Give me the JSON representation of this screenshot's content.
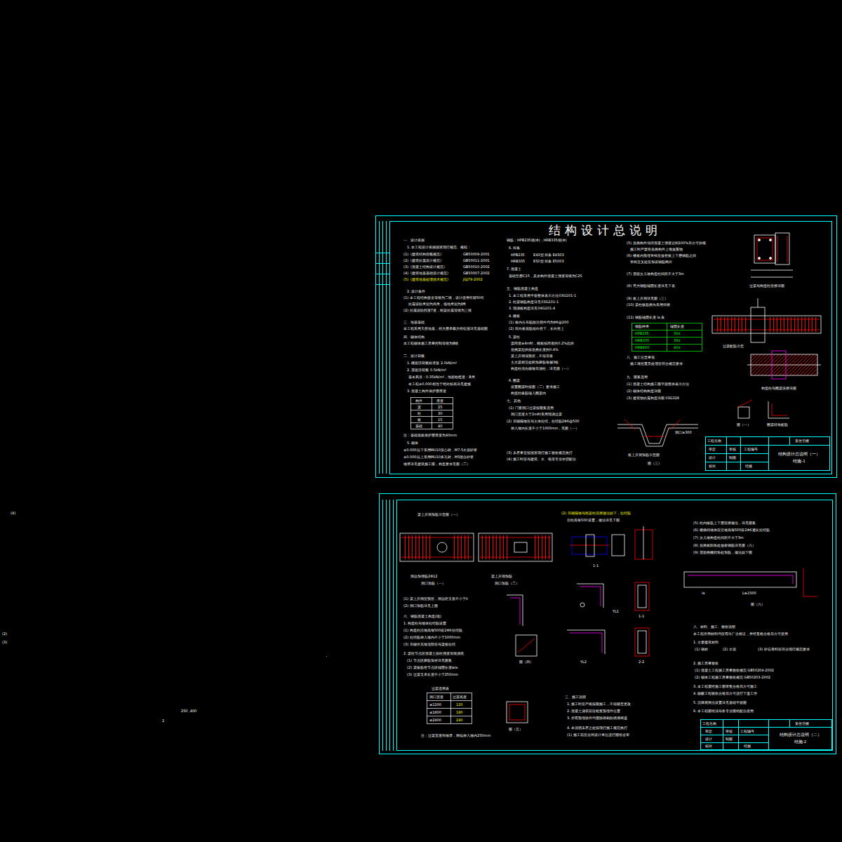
{
  "diagram": {
    "title": "结构设计总说明",
    "nodes": [
      {
        "text": [
          "结构设计总说明（一）",
          "结施-1"
        ]
      },
      {
        "text": [
          "结构设计总说明（二）",
          "结施-2"
        ]
      }
    ],
    "labels": [
      "一、设计依据",
      "1. 本工程设计依据国家现行规范、规程：",
      "(1)《建筑结构荷载规范》",
      "GB50009-2001",
      "(2)《建筑抗震设计规范》",
      "GB50011-2001",
      "(3)《混凝土结构设计规范》",
      "GB50010-2002",
      "(4)《建筑地基基础设计规范》",
      "GB50007-2002",
      "(5)《建筑地基处理技术规范》",
      "JGJ79-2002",
      "2. 设计条件",
      "(1) 本工程结构安全等级为二级，设计使用年限50年",
      "抗震设防类别为丙类，场地类别为Ⅱ类",
      "(2) 抗震设防烈度7度，框架抗震等级为三级",
      "三、地基基础",
      "本工程采用天然地基，持力层承载力特征值详见基础图",
      "四、砌体结构",
      "本工程砌体施工质量控制等级为B级",
      "二、设计荷载",
      "1. 楼面活荷载标准值 2.0kN/m²",
      "2. 屋面活荷载 0.5kN/m²",
      "基本风压：0.35kN/m²，地面粗糙度：B类",
      "本工程±0.000相当于绝对标高详见建施",
      "3. 混凝土构件保护层厚度",
      "构件",
      "厚度",
      "梁",
      "25",
      "柱",
      "30",
      "板",
      "15",
      "基础",
      "40",
      "注：基础底板保护层厚度为40mm",
      "5. 砌体",
      "±0.000以下采用MU10实心砖，M7.5水泥砂浆",
      "±0.000以上采用MU10多孔砖，M5混合砂浆",
      "墙厚详见建筑施工图，构造要求见图（二）",
      "钢筋：HPB235级(Φ)，HRB335级(Φ)",
      "6. 焊条",
      "HPB235",
      "E43型 焊条 E4303",
      "HRB335",
      "E50型 焊条 E5003",
      "7. 混凝土",
      "基础垫层C15，其余构件混凝土强度等级为C25",
      "五、钢筋混凝土构造",
      "1. 本工程采用平面整体表示方法03G101-1",
      "2. 柱梁钢筋构造详见03G101-1",
      "3. 现浇板构造详见04G101-4",
      "4. 楼板",
      "(1) 板内分布筋除注明外均为Φ6@200",
      "(2) 双向板底筋短向在下，长向在上",
      "5. 梁柱",
      "梁跨度≥4m时，模板按跨度的0.2%起拱",
      "悬挑梁起拱按悬挑长度的0.4%",
      "梁上开洞须预留，不得后凿",
      "主次梁相交处附加箍筋每侧3根",
      "构造柱须先砌墙后浇柱，详见图（一）",
      "6. 圈梁",
      "设置圈梁时按图（二）要求施工",
      "构造柱纵筋锚入圈梁内",
      "七、其他",
      "(1) 门窗洞口过梁按图集选用",
      "洞口宽度大于2m时采用现浇过梁",
      "(2) 后砌隔墙应与主体拉结，拉结筋2Φ6@500",
      "伸入墙内长度不小于1000mm，见图（一）",
      "(3) 未尽事宜按国家现行施工验收规范执行",
      "(4) 施工时应与建筑、水、电等专业密切配合",
      "(5) 悬挑构件须待混凝土强度达到100%后方可拆模",
      "施工时严禁在悬挑构件上堆放重物",
      "(6) 楼板内预埋管线应放在板上下层钢筋之间",
      "管线交叉处应加设钢筋网片",
      "(7) 屋面女儿墙构造柱间距不大于3m",
      "(8) 受力钢筋锚固长度详见下表",
      "(9) 板上开洞详见图（三）",
      "(10) 梁柱纵筋接头采用焊接",
      "(11) 钢筋锚固长度 la 表",
      "钢筋种类",
      "锚固长度",
      "HPB235",
      "30d",
      "HRB335",
      "35d",
      "HRB400",
      "40d",
      "八、施工注意事项",
      "施工缝留置及处理应符合规范要求",
      "九、图集选用",
      "(1) 混凝土结构施工图平面整体表示方法",
      "(2) 砌体结构构造详图",
      "(3) 建筑物抗震构造详图 03G329",
      "过梁与构造柱连接详图",
      "过梁配筋示意",
      "构造柱与圈梁连接详图",
      "图（一）",
      "圈梁转角配筋",
      "板上开洞加筋示意图",
      "图（三）",
      "洞口≥300",
      "工程名称",
      "审定",
      "设计",
      "校对",
      "审核",
      "制图",
      "工程编号",
      "结施",
      "某住宅楼",
      "梁上开洞加筋示意图（一）",
      "洞边加强筋2Φ12",
      "洞口加筋（一）",
      "梁上开洞加筋",
      "洞口加筋（二）",
      "(1) 梁上开洞应预留，洞边距支座不小于h",
      "(2) 洞口加筋详见上图",
      "六、钢筋混凝土构造(续)",
      "1. 构造柱与墙体拉结筋设置",
      "(1) 构造柱沿墙高每500设2Φ6拉结筋",
      "(2) 拉结筋伸入墙内不小于1000mm",
      "(3) 后砌填充墙顶部应与梁板拉结",
      "2. 梁柱节点区混凝土按柱强度等级浇筑",
      "(1) 节点区箍筋加密详见图集",
      "(2) 梁纵筋在节点区锚固长度≥la",
      "(3) 过梁支承长度不小于250mm",
      "图（四）",
      "过梁选用表",
      "洞口宽度",
      "过梁高度",
      "≤1200",
      "120",
      "≤1800",
      "180",
      "≤2400",
      "240",
      "注：过梁宽度同墙厚，两端伸入墙内250mm",
      "图（五）",
      "(2) 后砌隔墙与框架柱连接做法如下，拉结筋",
      "沿柱高每500设置，做法详见下图",
      "1-1",
      "YL1",
      "YL2",
      "1-1",
      "2-2",
      "三、施工说明",
      "1. 施工时应严格按图施工，不得随意更改",
      "2. 混凝土浇筑前应检查预埋件位置",
      "3. 所有预埋铁件均需除锈刷防锈漆两道",
      "4. 本说明未尽之处按现行施工规范执行",
      "(1) 施工前应会同设计单位进行图纸会审",
      "(5) 柱内纵筋上下层连接做法，详见图集",
      "(6) 楼梯间墙体应沿墙高每500设2Φ6通长拉结筋",
      "(7) 女儿墙构造柱间距不大于3m",
      "(8) 悬挑板阳角处放射钢筋详见图（六）",
      "(9) 屋面挑檐转角处加筋，做法如下图",
      "la",
      "L≥1500",
      "图（六）",
      "八、材料、施工、验收说明",
      "本工程所用材料均应有出厂合格证，并经复检合格后方可使用",
      "1. 主要建筑材料",
      "(1) 钢材",
      "(2) 水泥",
      "(3) 砂石骨料应符合现行规范要求",
      "2. 施工质量验收",
      "(1) 混凝土工程施工质量验收规范 GB50204-2002",
      "(2) 砌体工程施工质量验收规范 GB50203-2002",
      "3. 本工程需经施工图审查合格后方可施工",
      "4. 隐蔽工程验收合格后方可进行下道工序",
      "5. 沉降观测点设置详见基础平面图",
      "6. 本工程图纸须与各专业图纸配合使用",
      "工程名称",
      "审定",
      "设计",
      "校对",
      "审核",
      "制图",
      "工程编号",
      "结施",
      "某住宅楼",
      "(4)",
      "(2)",
      "(3)",
      "250 ,400",
      "2"
    ]
  }
}
